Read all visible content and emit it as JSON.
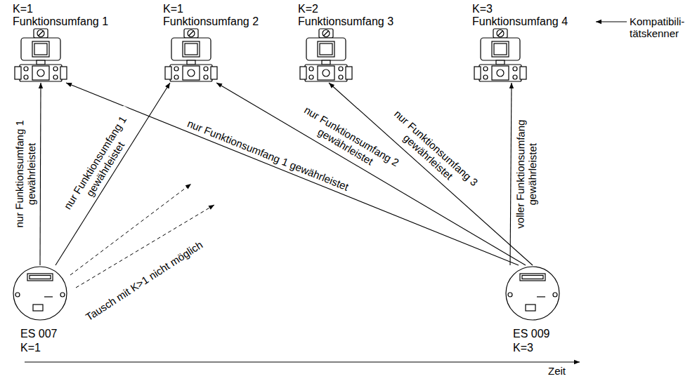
{
  "diagram": {
    "nodes": [
      {
        "text": [
          "K=1",
          "Funktionsumfang 1"
        ]
      },
      {
        "text": [
          "K=1",
          "Funktionsumfang 2"
        ]
      },
      {
        "text": [
          "K=2",
          "Funktionsumfang 3"
        ]
      },
      {
        "text": [
          "K=3",
          "Funktionsumfang 4"
        ]
      },
      {
        "text": [
          "ES 007",
          "K=1"
        ]
      },
      {
        "text": [
          "ES 009",
          "K=3"
        ]
      }
    ],
    "edges": [
      {
        "from": 4,
        "to": 0,
        "arrow": "to",
        "label": "nur Funktionsumfang 1 gewährleistet"
      },
      {
        "from": 4,
        "to": 1,
        "arrow": "to",
        "label": "nur Funktionsumfang 1 gewährleistet"
      },
      {
        "from": 5,
        "to": 0,
        "arrow": "to",
        "label": "nur Funktionsumfang 1 gewährleistet"
      },
      {
        "from": 5,
        "to": 1,
        "arrow": "to",
        "label": "nur Funktionsumfang 2 gewährleistet"
      },
      {
        "from": 5,
        "to": 2,
        "arrow": "to",
        "label": "nur Funktionsumfang 3 gewährleistet"
      },
      {
        "from": 5,
        "to": 3,
        "arrow": "to",
        "label": "voller Funktionsumfang gewährleistet"
      }
    ],
    "labels": [
      "Tausch mit K>1 nicht möglich",
      "Kompatibili- tätskenner",
      "Zeit"
    ]
  }
}
